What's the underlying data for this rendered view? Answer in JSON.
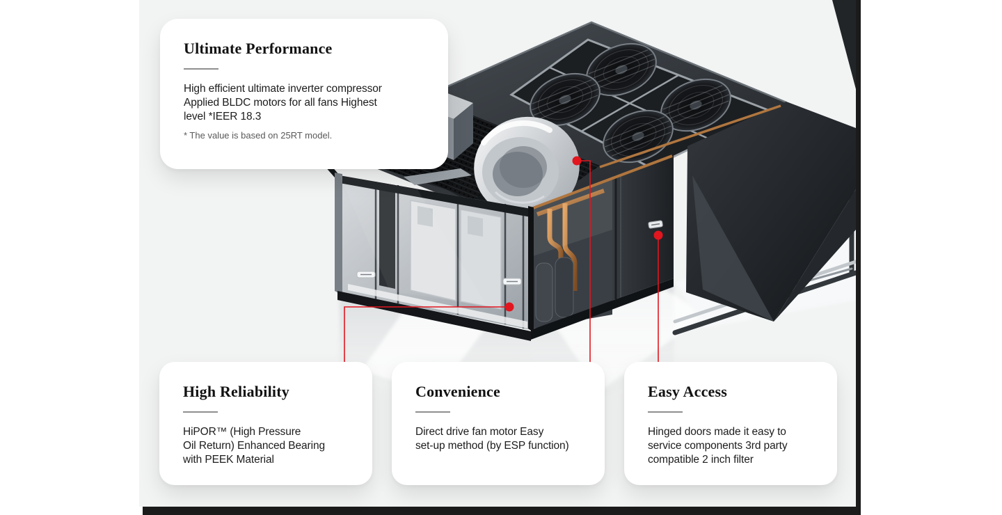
{
  "theme": {
    "accent_red": "#e1161f",
    "panel_bg": "#f2f3f3",
    "card_bg": "#ffffff",
    "next_section_dark": "#1b1b1b"
  },
  "illustration": {
    "name": "rooftop-hvac-unit-isometric",
    "callouts": [
      "convenience-blower",
      "reliability-compressor",
      "access-door"
    ]
  },
  "cards": {
    "performance": {
      "title": "Ultimate Performance",
      "body_lines": [
        "High efficient ultimate inverter compressor",
        "Applied BLDC motors for all fans Highest",
        "level *IEER 18.3"
      ],
      "footnote": "* The value is based on 25RT model."
    },
    "reliability": {
      "title": "High Reliability",
      "body_lines": [
        "HiPOR™ (High Pressure",
        "Oil Return) Enhanced Bearing",
        "with PEEK Material"
      ]
    },
    "convenience": {
      "title": "Convenience",
      "body_lines": [
        "Direct drive fan motor Easy",
        "set-up method (by ESP function)"
      ]
    },
    "access": {
      "title": "Easy Access",
      "body_lines": [
        "Hinged doors made it easy to",
        "service components 3rd party",
        "compatible 2 inch filter"
      ]
    }
  }
}
